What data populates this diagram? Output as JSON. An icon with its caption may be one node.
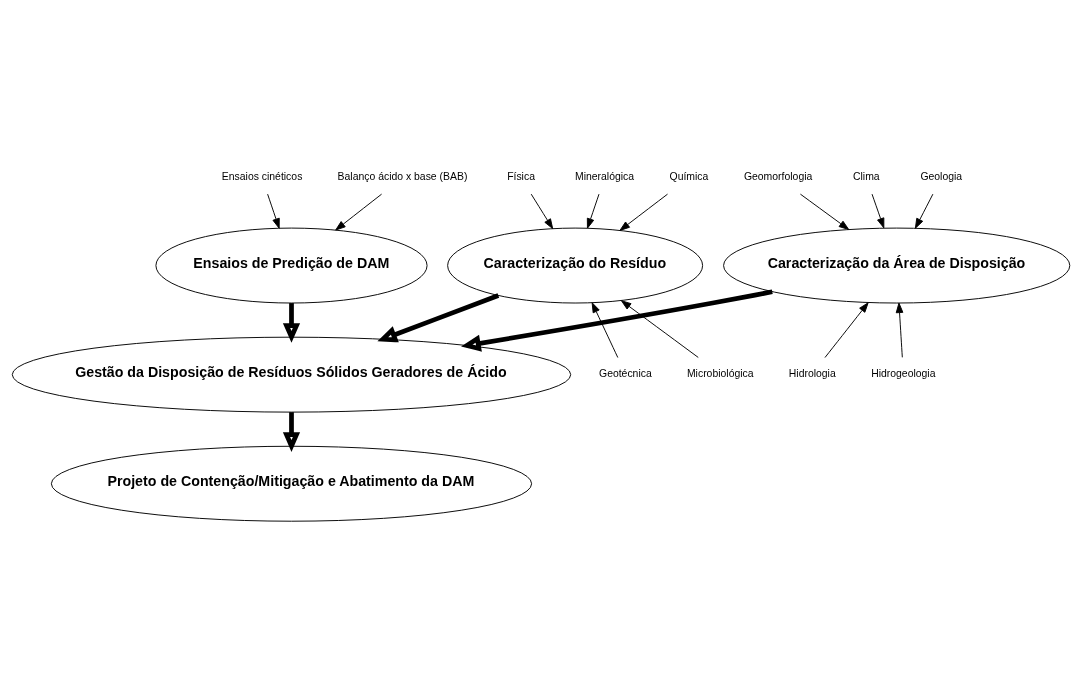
{
  "diagram": {
    "nodes": [
      {
        "text": [
          "Ensaios de Predição de DAM"
        ]
      },
      {
        "text": [
          "Caracterização do Resíduo"
        ]
      },
      {
        "text": [
          "Caracterização da Área de Disposição"
        ]
      },
      {
        "text": [
          "Gestão da Disposição de Resíduos Sólidos Geradores de Ácido"
        ]
      },
      {
        "text": [
          "Projeto de Contenção/Mitigação e Abatimento da DAM"
        ]
      },
      {
        "text": [
          "Ensaios cinéticos"
        ]
      },
      {
        "text": [
          "Balanço ácido x base (BAB)"
        ]
      },
      {
        "text": [
          "Física"
        ]
      },
      {
        "text": [
          "Mineralógica"
        ]
      },
      {
        "text": [
          "Química"
        ]
      },
      {
        "text": [
          "Geotécnica"
        ]
      },
      {
        "text": [
          "Microbiológica"
        ]
      },
      {
        "text": [
          "Geomorfologia"
        ]
      },
      {
        "text": [
          "Clima"
        ]
      },
      {
        "text": [
          "Geologia"
        ]
      },
      {
        "text": [
          "Hidrologia"
        ]
      },
      {
        "text": [
          "Hidrogeologia"
        ]
      }
    ],
    "edges": [
      {
        "from": 5,
        "to": 0,
        "arrow": "to"
      },
      {
        "from": 6,
        "to": 0,
        "arrow": "to"
      },
      {
        "from": 7,
        "to": 1,
        "arrow": "to"
      },
      {
        "from": 8,
        "to": 1,
        "arrow": "to"
      },
      {
        "from": 9,
        "to": 1,
        "arrow": "to"
      },
      {
        "from": 10,
        "to": 1,
        "arrow": "to"
      },
      {
        "from": 11,
        "to": 1,
        "arrow": "to"
      },
      {
        "from": 12,
        "to": 2,
        "arrow": "to"
      },
      {
        "from": 13,
        "to": 2,
        "arrow": "to"
      },
      {
        "from": 14,
        "to": 2,
        "arrow": "to"
      },
      {
        "from": 15,
        "to": 2,
        "arrow": "to"
      },
      {
        "from": 16,
        "to": 2,
        "arrow": "to"
      },
      {
        "from": 0,
        "to": 3,
        "arrow": "to",
        "style": "thick"
      },
      {
        "from": 1,
        "to": 3,
        "arrow": "to",
        "style": "thick"
      },
      {
        "from": 2,
        "to": 3,
        "arrow": "to",
        "style": "thick"
      },
      {
        "from": 3,
        "to": 4,
        "arrow": "to",
        "style": "thick"
      }
    ]
  }
}
